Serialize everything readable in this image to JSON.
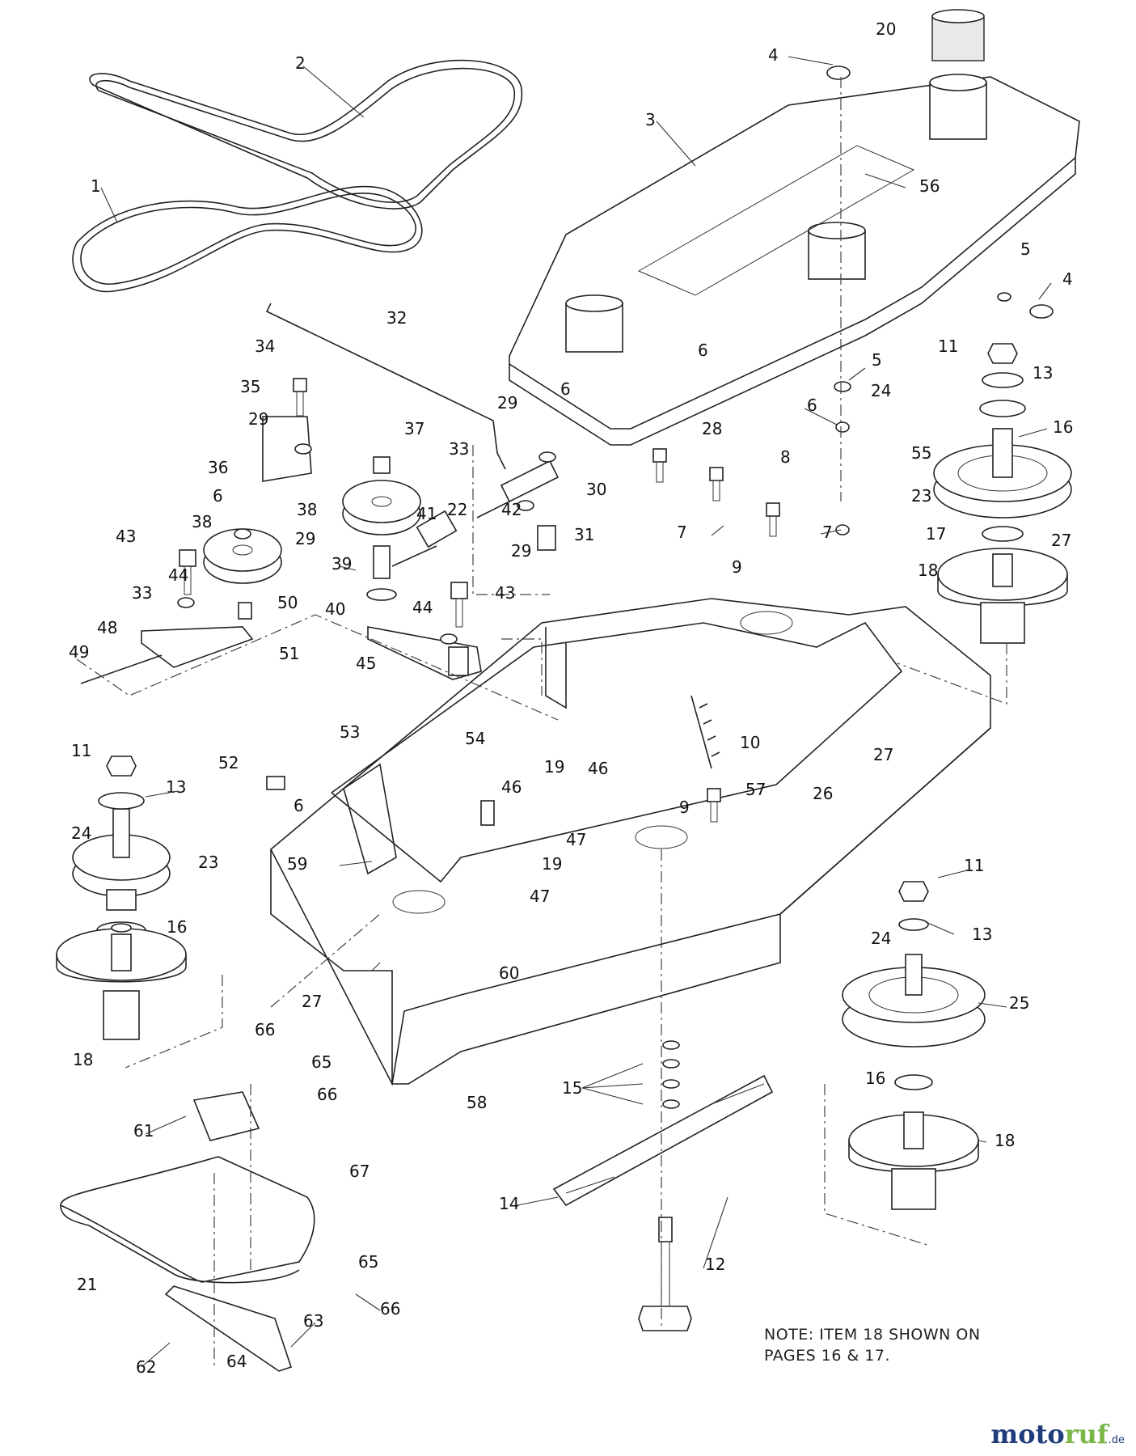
{
  "diagram": {
    "callouts": [
      "1",
      "2",
      "3",
      "4",
      "4",
      "5",
      "5",
      "6",
      "6",
      "6",
      "6",
      "6",
      "7",
      "7",
      "8",
      "9",
      "9",
      "10",
      "11",
      "11",
      "11",
      "12",
      "13",
      "13",
      "13",
      "14",
      "15",
      "16",
      "16",
      "16",
      "17",
      "18",
      "18",
      "18",
      "19",
      "19",
      "20",
      "21",
      "22",
      "23",
      "23",
      "24",
      "24",
      "24",
      "25",
      "26",
      "27",
      "27",
      "27",
      "28",
      "29",
      "29",
      "29",
      "29",
      "30",
      "31",
      "32",
      "33",
      "33",
      "34",
      "35",
      "36",
      "37",
      "38",
      "38",
      "39",
      "40",
      "41",
      "42",
      "43",
      "43",
      "44",
      "44",
      "45",
      "46",
      "46",
      "47",
      "47",
      "48",
      "49",
      "50",
      "51",
      "52",
      "53",
      "54",
      "55",
      "56",
      "57",
      "58",
      "59",
      "60",
      "61",
      "62",
      "63",
      "64",
      "65",
      "65",
      "66",
      "66",
      "66",
      "67"
    ]
  },
  "note": {
    "line1": "NOTE: ITEM 18 SHOWN ON",
    "line2": "PAGES 16 & 17."
  },
  "watermark": {
    "part1": "moto",
    "part2": "ruf",
    "part3": ".de",
    "color_blue": "#1f3c7c",
    "color_green": "#7ab648"
  }
}
